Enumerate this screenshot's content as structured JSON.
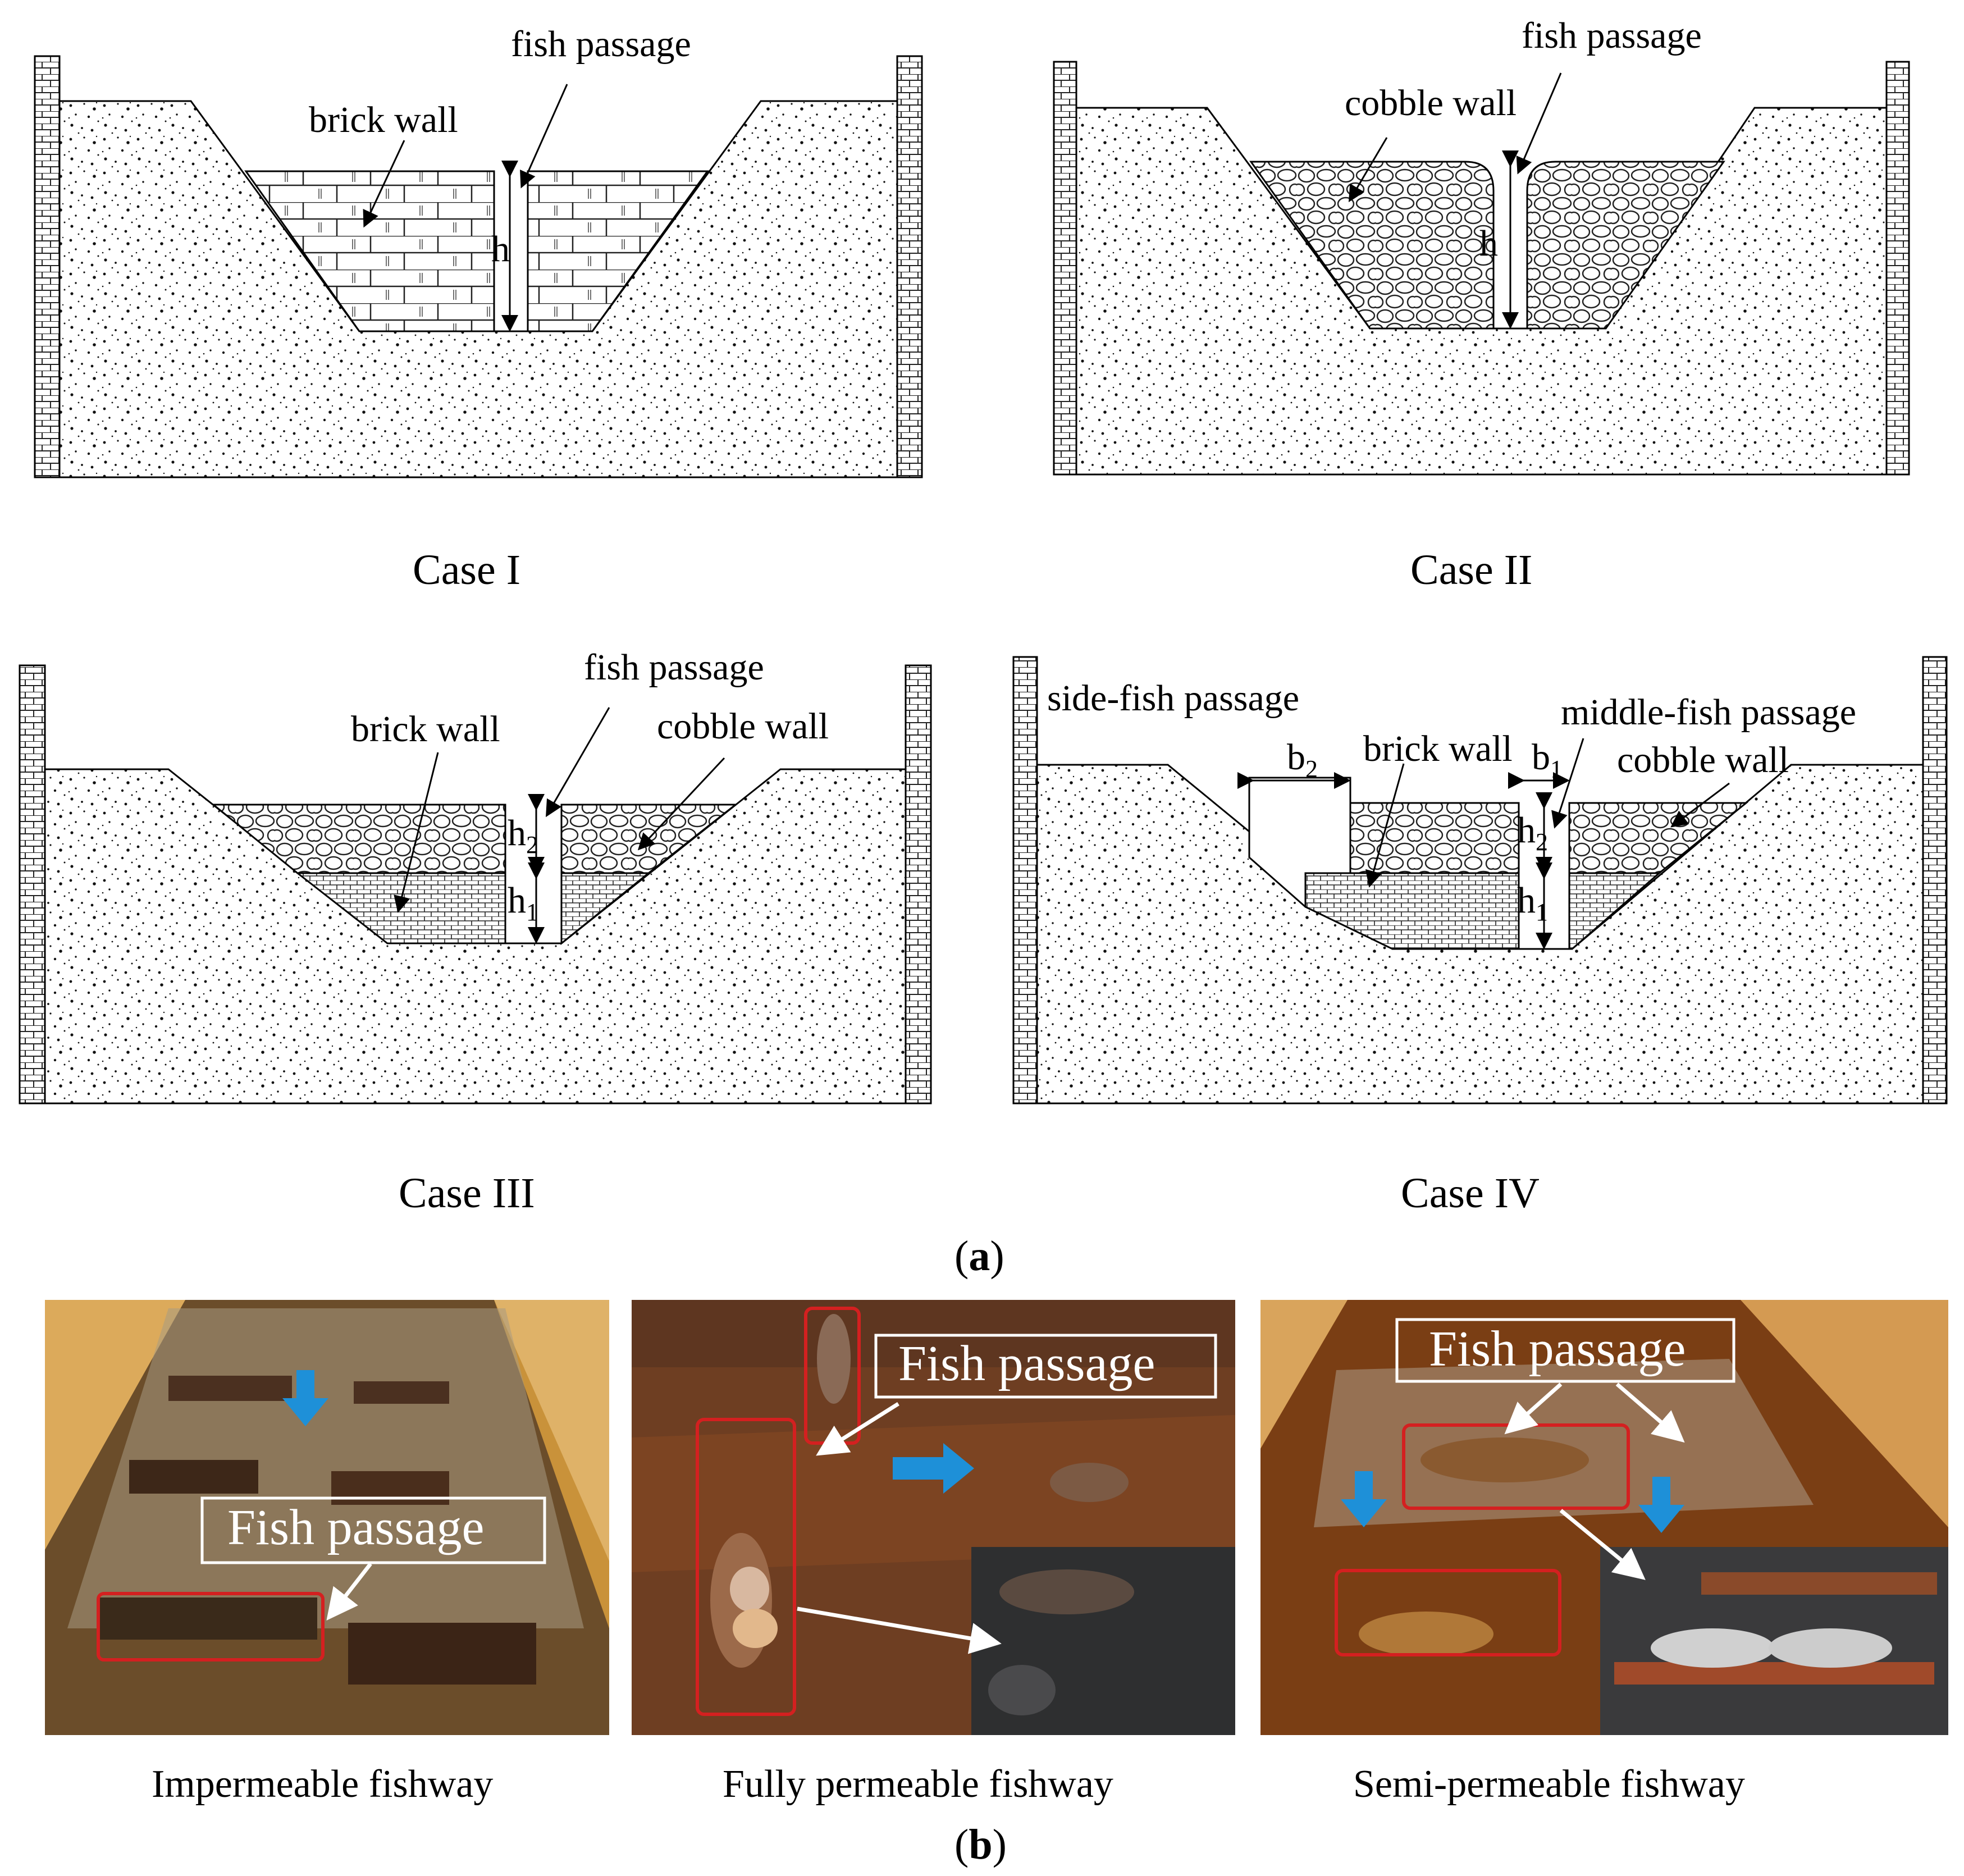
{
  "panel_a": {
    "label_open": "(",
    "label_letter": "a",
    "label_close": ")",
    "cases": [
      {
        "title": "Case I",
        "labels": {
          "passage": "fish passage",
          "wall": "brick wall",
          "height": "h"
        }
      },
      {
        "title": "Case II",
        "labels": {
          "passage": "fish passage",
          "wall": "cobble wall",
          "height": "h"
        }
      },
      {
        "title": "Case III",
        "labels": {
          "passage": "fish passage",
          "brick": "brick wall",
          "cobble": "cobble wall",
          "h2": "h",
          "h2_sub": "2",
          "h1": "h",
          "h1_sub": "1"
        }
      },
      {
        "title": "Case IV",
        "labels": {
          "side_passage": "side-fish passage",
          "brick": "brick wall",
          "middle_passage": "middle-fish passage",
          "cobble": "cobble wall",
          "b2": "b",
          "b2_sub": "2",
          "b1": "b",
          "b1_sub": "1",
          "h2": "h",
          "h2_sub": "2",
          "h1": "h",
          "h1_sub": "1"
        }
      }
    ]
  },
  "panel_b": {
    "label_open": "(",
    "label_letter": "b",
    "label_close": ")",
    "photos": [
      {
        "box_label": "Fish passage",
        "caption": "Impermeable fishway"
      },
      {
        "box_label": "Fish passage",
        "caption": "Fully permeable fishway"
      },
      {
        "box_label": "Fish passage",
        "caption": "Semi-permeable fishway"
      }
    ]
  },
  "colors": {
    "annotation_box": "#ffffff",
    "highlight": "#d42020",
    "flow_arrow": "#1e90d8"
  }
}
